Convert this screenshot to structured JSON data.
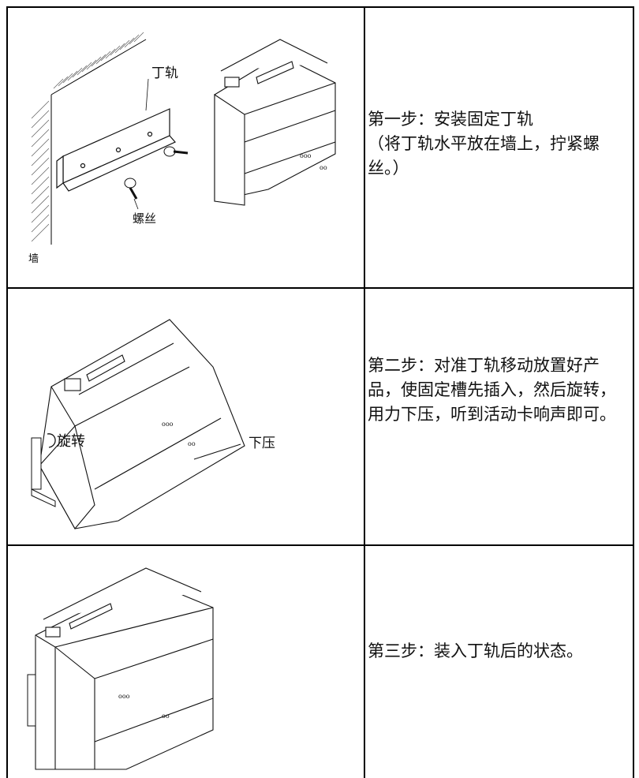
{
  "rows": [
    {
      "step_text": "第一步：安装固定丁轨\n（将丁轨水平放在墙上，拧紧螺丝。）",
      "labels": {
        "rail": "丁轨",
        "screw": "螺丝",
        "wall": "墙"
      }
    },
    {
      "step_text": "第二步：对准丁轨移动放置好产品，使固定槽先插入，然后旋转，用力下压，听到活动卡响声即可。",
      "labels": {
        "rotate": "旋转",
        "press": "下压"
      }
    },
    {
      "step_text": "第三步：装入丁轨后的状态。",
      "labels": {}
    }
  ]
}
